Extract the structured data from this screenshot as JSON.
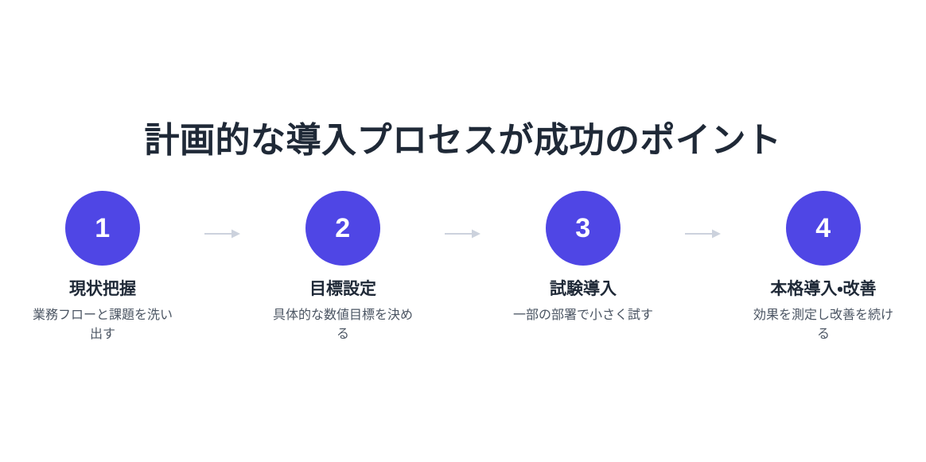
{
  "page": {
    "background_color": "#ffffff",
    "title": "計画的な導入プロセスが成功のポイント",
    "title_color": "#1f2937"
  },
  "theme": {
    "accent_color": "#4f46e5",
    "arrow_color": "#ccd2dd",
    "title_color": "#1f2937",
    "desc_color": "#4b5563"
  },
  "steps": [
    {
      "number": "1",
      "title": "現状把握",
      "description": "業務フローと課題を洗い出す",
      "icon": "step-circle-icon"
    },
    {
      "number": "2",
      "title": "目標設定",
      "description": "具体的な数値目標を決める",
      "icon": "step-circle-icon"
    },
    {
      "number": "3",
      "title": "試験導入",
      "description": "一部の部署で小さく試す",
      "icon": "step-circle-icon"
    },
    {
      "number": "4",
      "title": "本格導入・改善",
      "description": "効果を測定し改善を続ける",
      "icon": "step-circle-icon"
    }
  ],
  "connectors": [
    {
      "icon": "arrow-right-icon"
    },
    {
      "icon": "arrow-right-icon"
    },
    {
      "icon": "arrow-right-icon"
    }
  ]
}
